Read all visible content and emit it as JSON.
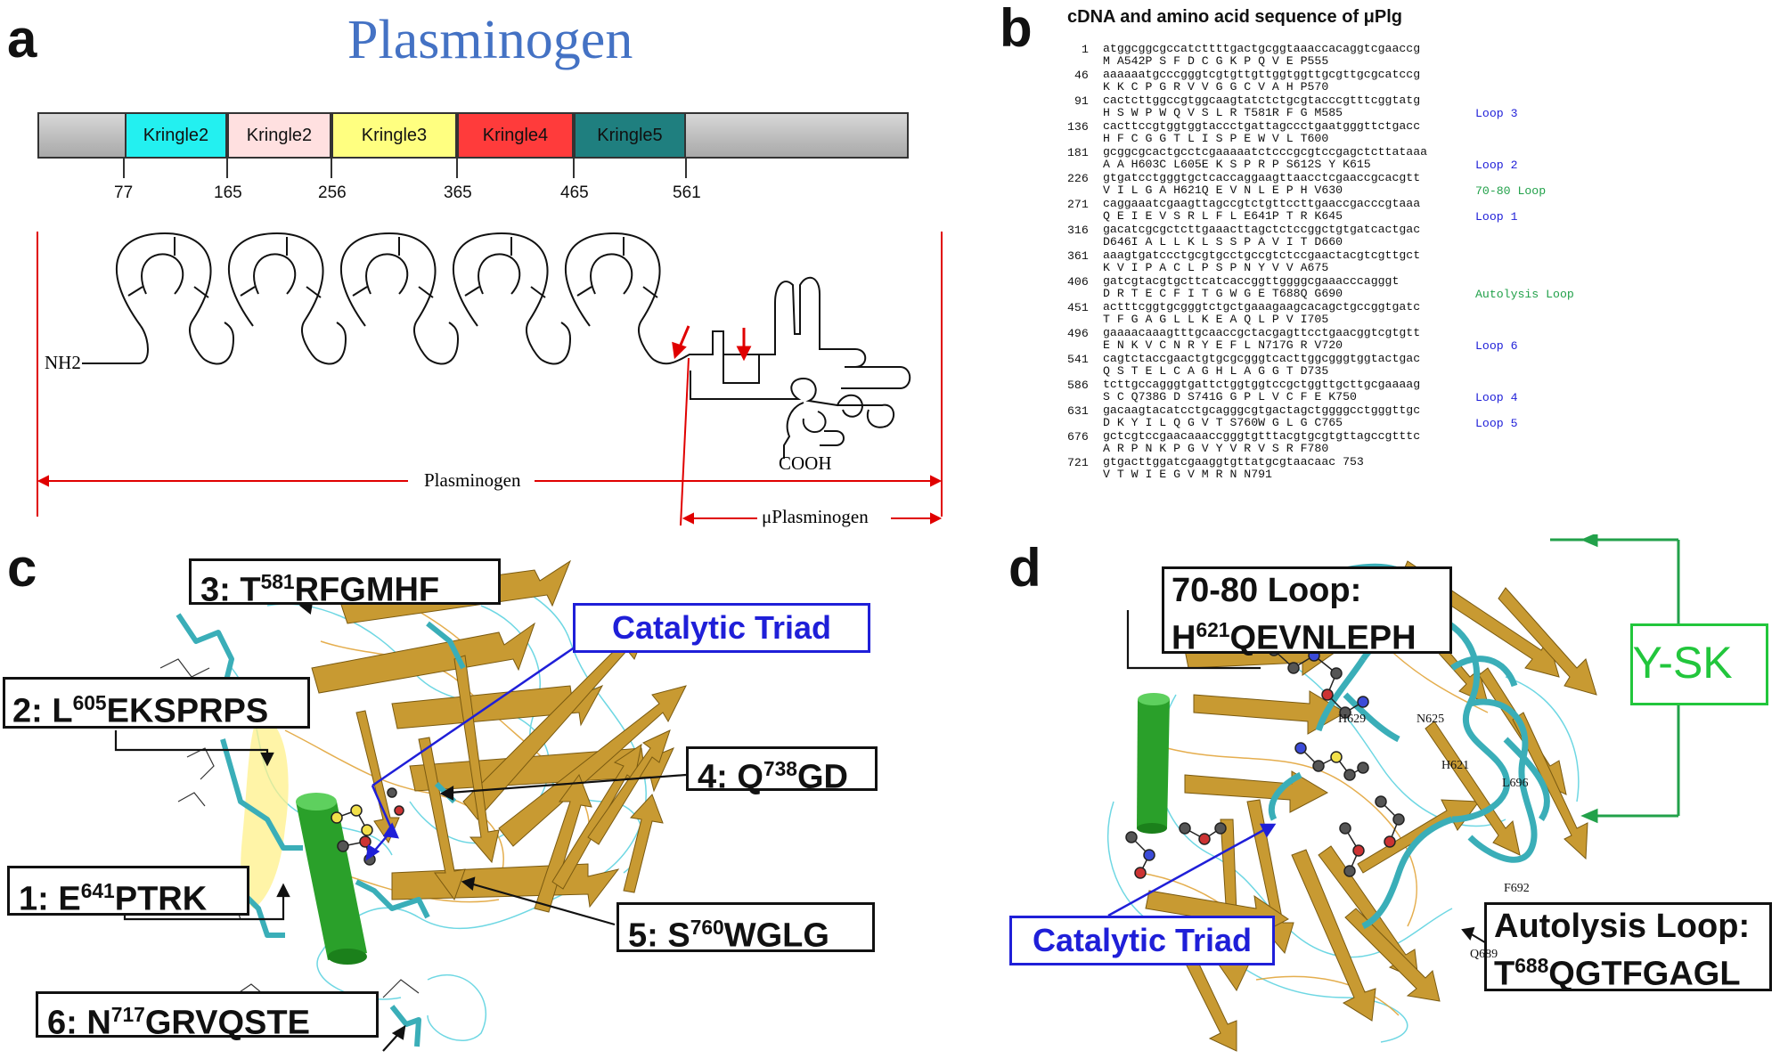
{
  "panels": {
    "a": "a",
    "b": "b",
    "c": "c",
    "d": "d"
  },
  "panel_a": {
    "title": "Plasminogen",
    "kringles": [
      {
        "label": "Kringle2",
        "color": "#23f0f0"
      },
      {
        "label": "Kringle2",
        "color": "#ffe0e0"
      },
      {
        "label": "Kringle3",
        "color": "#ffff80"
      },
      {
        "label": "Kringle4",
        "color": "#ff3b3b"
      },
      {
        "label": "Kringle5",
        "color": "#1f7f7f"
      }
    ],
    "ticks": [
      "77",
      "165",
      "256",
      "365",
      "465",
      "561"
    ],
    "nh2": "NH2",
    "cooh": "COOH",
    "plasminogen_label": "Plasminogen",
    "micro_label": "μPlasminogen",
    "arrow_color": "#e00000"
  },
  "panel_b": {
    "title": "cDNA and amino acid sequence of μPlg",
    "rows": [
      {
        "num": "1",
        "dna": "atggcggcgccatcttttgactgcggtaaaccacaggtcgaaccg",
        "aa": "M A542P S F D C G K P Q V E P555"
      },
      {
        "num": "46",
        "dna": "aaaaaatgcccgggtcgtgttgttggtggttgcgttgcgcatccg",
        "aa": "K K C P G R V V G G C V A H P570"
      },
      {
        "num": "91",
        "dna": "cactcttggccgtggcaagtatctctgcgtacccgtttcggtatg",
        "aa": "H S W P W Q V S L R T581R F G M585"
      },
      {
        "num": "136",
        "dna": "cacttccgtggtggtaccctgattagccctgaatgggttctgacc",
        "aa": "H F C G G T L I S P E W V L T600"
      },
      {
        "num": "181",
        "dna": "gcggcgcactgcctcgaaaaatctcccgcgtccgagctcttataaa",
        "aa": "A A H603C L605E K S P R P S612S Y K615"
      },
      {
        "num": "226",
        "dna": "gtgatcctgggtgctcaccaggaagttaacctcgaaccgcacgtt",
        "aa": "V I L G A H621Q E V N L E P H V630"
      },
      {
        "num": "271",
        "dna": "caggaaatcgaagttagccgtctgttccttgaaccgacccgtaaa",
        "aa": "Q E I E V S R L F L E641P T R K645"
      },
      {
        "num": "316",
        "dna": "gacatcgcgctcttgaaacttagctctccggctgtgatcactgac",
        "aa": "D646I A L L K L S S P A V I T D660"
      },
      {
        "num": "361",
        "dna": "aaagtgatccctgcgtgcctgccgtctccgaactacgtcgttgct",
        "aa": "K V I P A C L P S P N Y V V A675"
      },
      {
        "num": "406",
        "dna": "gatcgtacgtgcttcatcaccggttggggcgaaacccagggt",
        "aa": "D R T E C F I T G W G E T688Q G690"
      },
      {
        "num": "451",
        "dna": "actttcggtgcgggtctgctgaaagaagcacagctgccggtgatc",
        "aa": "T F G A G L L K E A Q L P V I705"
      },
      {
        "num": "496",
        "dna": "gaaaacaaagtttgcaaccgctacgagttcctgaacggtcgtgtt",
        "aa": "E N K V C N R Y E F L N717G R V720"
      },
      {
        "num": "541",
        "dna": "cagtctaccgaactgtgcgcgggtcacttggcgggtggtactgac",
        "aa": "Q S T E L C A G H L A G G T D735"
      },
      {
        "num": "586",
        "dna": "tcttgccagggtgattctggtggtccgctggttgcttgcgaaaag",
        "aa": "S C Q738G D S741G G P L V C F E K750"
      },
      {
        "num": "631",
        "dna": "gacaagtacatcctgcagggcgtgactagctggggcctgggttgc",
        "aa": "D K Y I L Q G V T S760W G L G C765"
      },
      {
        "num": "676",
        "dna": "gctcgtccgaacaaaccgggtgtttacgtgcgtgttagccgtttc",
        "aa": "A R P N K P G V Y V R V S R F780"
      },
      {
        "num": "721",
        "dna": "gtgacttggatcgaaggtgttatgcgtaacaac 753",
        "aa": "V T W I E G V M R N N791"
      }
    ],
    "loop_labels": [
      {
        "text": "Loop 3",
        "row": 2,
        "color": "#1f1fd8"
      },
      {
        "text": "Loop 2",
        "row": 4,
        "color": "#1f1fd8"
      },
      {
        "text": "70-80 Loop",
        "row": 5,
        "color": "#22a14a"
      },
      {
        "text": "Loop 1",
        "row": 6,
        "color": "#1f1fd8"
      },
      {
        "text": "Autolysis Loop",
        "row": 9,
        "color": "#22a14a"
      },
      {
        "text": "Loop 6",
        "row": 11,
        "color": "#1f1fd8"
      },
      {
        "text": "Loop 4",
        "row": 13,
        "color": "#1f1fd8"
      },
      {
        "text": "Loop 5",
        "row": 14,
        "color": "#1f1fd8"
      }
    ]
  },
  "panel_c": {
    "labels": [
      {
        "pre": "3: T",
        "sup": "581",
        "post": "RFGMHF"
      },
      {
        "pre": "2: L",
        "sup": "605",
        "post": "EKSPRPS"
      },
      {
        "pre": "4: Q",
        "sup": "738",
        "post": "GD"
      },
      {
        "pre": "1: E",
        "sup": "641",
        "post": "PTRK"
      },
      {
        "pre": "5: S",
        "sup": "760",
        "post": "WGLG"
      },
      {
        "pre": "6: N",
        "sup": "717",
        "post": "GRVQSTE"
      }
    ],
    "catalytic": "Catalytic Triad"
  },
  "panel_d": {
    "loop70_line1": "70-80 Loop:",
    "loop70_pre": "H",
    "loop70_sup": "621",
    "loop70_post": "QEVNLEPH",
    "ysk": "'Y-SK",
    "autolysis_line1": "Autolysis Loop:",
    "autolysis_pre": "T",
    "autolysis_sup": "688",
    "autolysis_post": "QGTFGAGL",
    "catalytic": "Catalytic Triad",
    "residues": [
      "H629",
      "N625",
      "H621",
      "L696",
      "F692",
      "Q689"
    ]
  }
}
